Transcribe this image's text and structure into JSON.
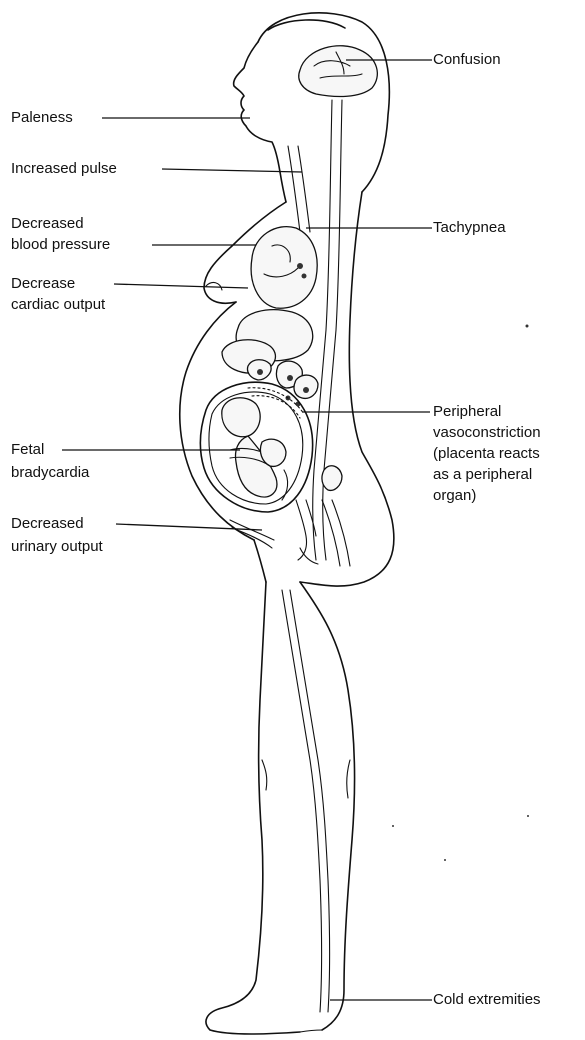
{
  "labels": {
    "confusion": "Confusion",
    "paleness": "Paleness",
    "increased_pulse": "Increased pulse",
    "decreased_bp_line1": "Decreased",
    "decreased_bp_line2": "blood pressure",
    "tachypnea": "Tachypnea",
    "decrease_co_line1": "Decrease",
    "decrease_co_line2": "cardiac output",
    "peripheral_line1": "Peripheral",
    "peripheral_line2": "vasoconstriction",
    "peripheral_line3": "(placenta reacts",
    "peripheral_line4": "as a peripheral",
    "peripheral_line5": "organ)",
    "fetal_line1": "Fetal",
    "fetal_line2": "bradycardia",
    "urinary_line1": "Decreased",
    "urinary_line2": "urinary output",
    "cold_extremities": "Cold extremities"
  },
  "colors": {
    "line": "#111111",
    "background": "#ffffff"
  }
}
